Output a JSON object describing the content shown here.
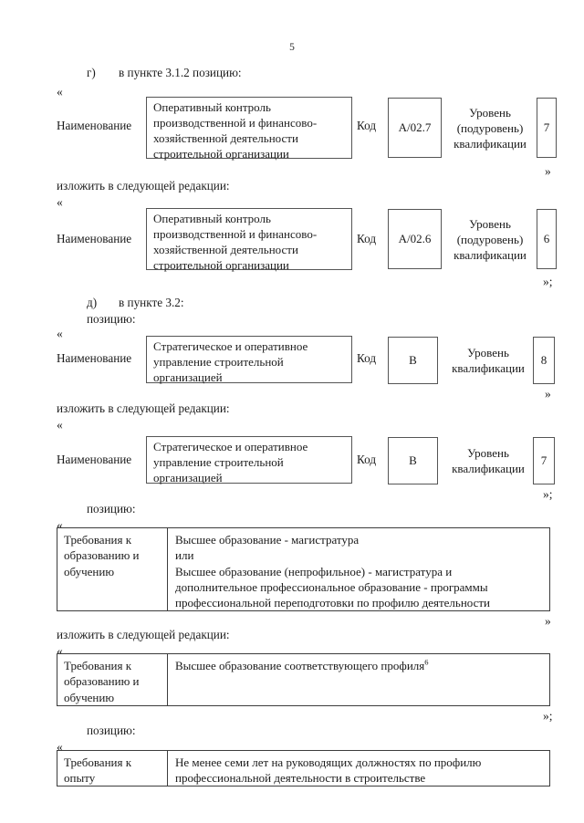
{
  "document": {
    "page_number": "5",
    "quote_open": "«",
    "quote_close": "»",
    "quote_close_semi": "»;"
  },
  "labels": {
    "name": "Наименование",
    "code": "Код",
    "level_sub": [
      "Уровень",
      "(подуровень)",
      "квалификации"
    ],
    "level": [
      "Уровень",
      "квалификации"
    ]
  },
  "sections": [
    {
      "letter": "г)",
      "intro": "в пункте 3.1.2 позицию:",
      "restate": "изложить в следующей редакции:"
    },
    {
      "letter": "д)",
      "intro": "в пункте 3.2:",
      "position_word": "позицию:",
      "restate": "изложить в следующей редакции:"
    }
  ],
  "common": {
    "restate": "изложить в следующей редакции:",
    "position_word": "позицию:"
  },
  "blocks": [
    {
      "id": "block-a027",
      "name_lines": [
        "Оперативный контроль",
        "производственной и финансово-",
        "хозяйственной деятельности",
        "строительной организации"
      ],
      "code": "А/02.7",
      "level": "7",
      "level_label_type": "sub"
    },
    {
      "id": "block-a026",
      "name_lines": [
        "Оперативный контроль",
        "производственной и финансово-",
        "хозяйственной деятельности",
        "строительной организации"
      ],
      "code": "А/02.6",
      "level": "6",
      "level_label_type": "sub"
    },
    {
      "id": "block-b8",
      "name_lines": [
        "Стратегическое и оперативное",
        "управление строительной",
        "организацией"
      ],
      "code": "В",
      "level": "8",
      "level_label_type": "plain"
    },
    {
      "id": "block-b7",
      "name_lines": [
        "Стратегическое и оперативное",
        "управление строительной",
        "организацией"
      ],
      "code": "В",
      "level": "7",
      "level_label_type": "plain"
    }
  ],
  "requirement_tables": [
    {
      "id": "req-education-old",
      "key_lines": [
        "Требования к",
        "образованию и",
        "обучению"
      ],
      "value_lines": [
        "Высшее образование - магистратура",
        "или",
        "Высшее образование (непрофильное) - магистратура и",
        "дополнительное профессиональное образование - программы",
        "профессиональной переподготовки по профилю деятельности"
      ]
    },
    {
      "id": "req-education-new",
      "key_lines": [
        "Требования к",
        "образованию и",
        "обучению"
      ],
      "value_lines": [
        "Высшее образование соответствующего профиля"
      ],
      "value_superscript": "6"
    },
    {
      "id": "req-experience",
      "key_lines": [
        "Требования к",
        "опыту"
      ],
      "value_lines": [
        "Не менее семи лет на руководящих должностях по профилю",
        "профессиональной деятельности в строительстве"
      ]
    }
  ]
}
